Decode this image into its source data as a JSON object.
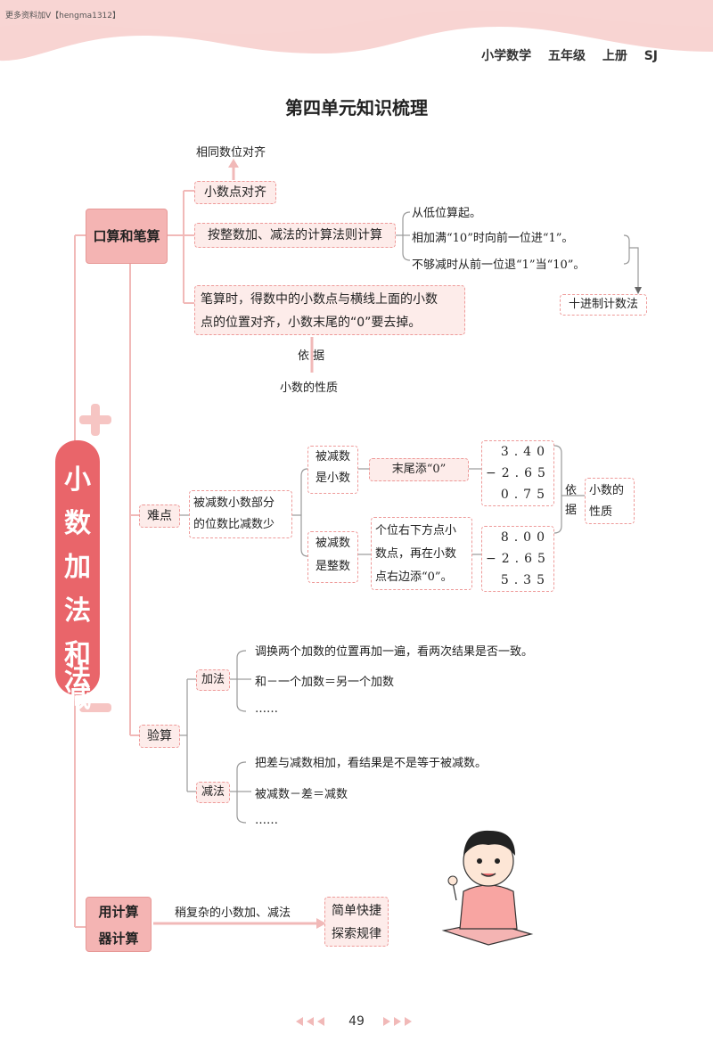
{
  "watermark": "更多资料加V【hengma1312】",
  "header": {
    "subject": "小学数学",
    "grade": "五年级",
    "volume": "上册",
    "edition": "SJ"
  },
  "title": "第四单元知识梳理",
  "main_title_chars": [
    "小",
    "数",
    "加",
    "法",
    "和",
    "减",
    "法"
  ],
  "sections": {
    "oral_written": {
      "label": "口算和笔算",
      "above_note": "相同数位对齐",
      "align_box": "小数点对齐",
      "rule_box": "按整数加、减法的计算法则计算",
      "rules": [
        "从低位算起。",
        "相加满“10”时向前一位进“1”。",
        "不够减时从前一位退“1”当“10”。"
      ],
      "decimal_system": "十进制计数法",
      "zero_note_line1": "笔算时，得数中的小数点与横线上面的小数",
      "zero_note_line2": "点的位置对齐，小数末尾的“0”要去掉。",
      "basis_label": "依  据",
      "basis_value": "小数的性质"
    },
    "difficulty": {
      "label": "难点",
      "desc_line1": "被减数小数部分",
      "desc_line2": "的位数比减数少",
      "case1_line1": "被减数",
      "case1_line2": "是小数",
      "case1_action": "末尾添“0”",
      "calc1": {
        "top": "3.40",
        "sub": "−2.65",
        "result": "0.75"
      },
      "case2_line1": "被减数",
      "case2_line2": "是整数",
      "case2_action_line1": "个位右下方点小",
      "case2_action_line2": "数点，再在小数",
      "case2_action_line3": "点右边添“0”。",
      "calc2": {
        "top": "8.00",
        "sub": "−2.65",
        "result": "5.35"
      },
      "basis_label_1": "依",
      "basis_label_2": "据",
      "basis_value_line1": "小数的",
      "basis_value_line2": "性质"
    },
    "check": {
      "label": "验算",
      "addition_label": "加法",
      "addition_items": [
        "调换两个加数的位置再加一遍，看两次结果是否一致。",
        "和－一个加数＝另一个加数",
        "……"
      ],
      "subtraction_label": "减法",
      "subtraction_items": [
        "把差与减数相加，看结果是不是等于被减数。",
        "被减数－差＝减数",
        "……"
      ]
    },
    "calculator": {
      "label_line1": "用计算",
      "label_line2": "器计算",
      "arrow_text": "稍复杂的小数加、减法",
      "target_line1": "简单快捷",
      "target_line2": "探索规律"
    }
  },
  "page_number": "49",
  "colors": {
    "accent": "#e9656a",
    "pink_fill": "#f4b4b3",
    "line": "#f1b9b8",
    "dash": "#ee9a99",
    "wave": "#f6c5c3"
  }
}
